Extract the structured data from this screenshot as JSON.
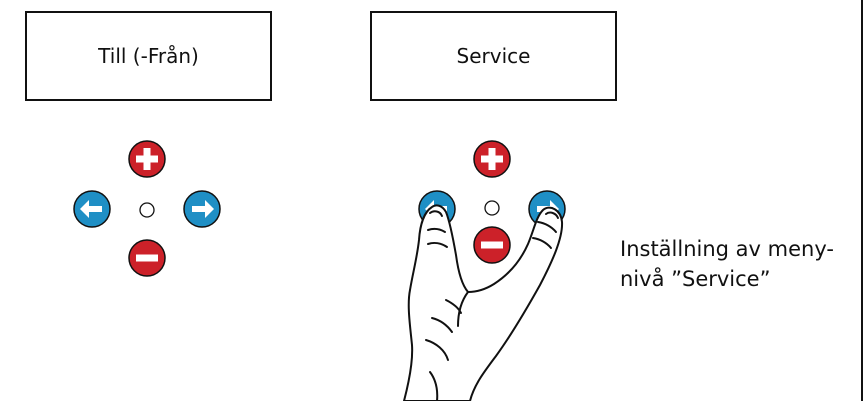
{
  "display_left": {
    "label": "Till (-Från)"
  },
  "display_right": {
    "label": "Service"
  },
  "caption": {
    "text": "Inställning av meny-\nnivå ”Service”"
  },
  "colors": {
    "plus": "#cc2129",
    "minus": "#cc2129",
    "arrow": "#1f8fc5",
    "center": "#ffffff",
    "outline": "#111111"
  },
  "icons": [
    "plus-icon",
    "minus-icon",
    "arrow-left-icon",
    "arrow-right-icon",
    "center-dot-icon",
    "hand-icon"
  ]
}
